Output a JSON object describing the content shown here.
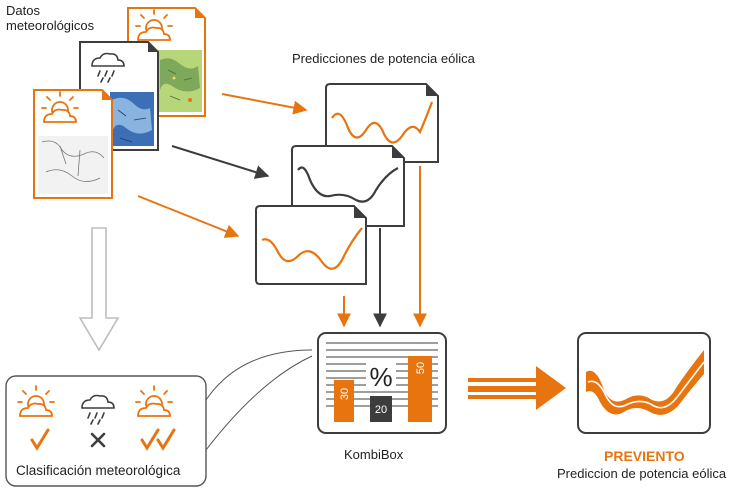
{
  "labels": {
    "weather_data": [
      "Datos",
      "meteorológicos"
    ],
    "wind_predictions": "Predicciones de potencia eólica",
    "kombibox": "KombiBox",
    "previento": "PREVIENTO",
    "previento_sub": "Prediccion de potencia eólica",
    "classification": "Clasificación meteorológica"
  },
  "kombibox": {
    "percent_symbol": "%",
    "bars": [
      {
        "label": "30",
        "color": "#e8740f"
      },
      {
        "label": "20",
        "color": "#3d3d3d"
      },
      {
        "label": "50",
        "color": "#e8740f"
      }
    ]
  },
  "classification": {
    "items": [
      {
        "icon": "sun-cloud-icon",
        "mark": "check-icon"
      },
      {
        "icon": "rain-cloud-icon",
        "mark": "cross-icon"
      },
      {
        "icon": "sun-cloud-icon",
        "mark": "double-check-icon"
      }
    ]
  },
  "colors": {
    "accent": "#e8740f",
    "dark": "#3d3d3d",
    "light_gray": "#bdbdbd"
  }
}
